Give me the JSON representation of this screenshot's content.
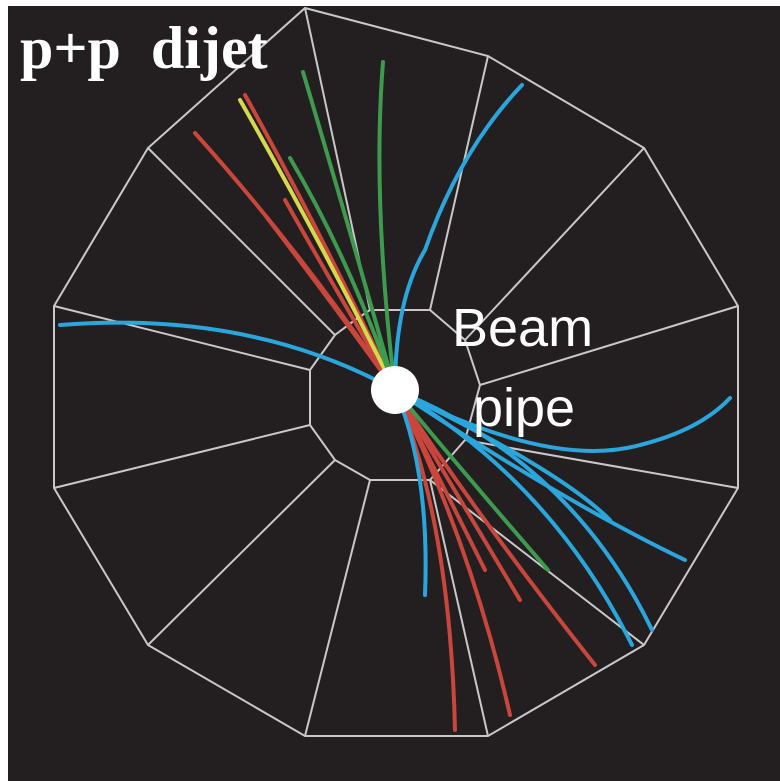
{
  "title": "p+p  dijet",
  "annotation": {
    "line1": "Beam",
    "line2": "pipe"
  },
  "colors": {
    "background": "#231f20",
    "detector_lines": "#c8c8c8",
    "beam_pipe": "#ffffff",
    "track_red": "#c9463d",
    "track_green": "#3e9a4f",
    "track_blue": "#2aa6dc",
    "track_yellow": "#d6d94a"
  },
  "tracks": [
    {
      "color": "track_red"
    },
    {
      "color": "track_red"
    },
    {
      "color": "track_red"
    },
    {
      "color": "track_red"
    },
    {
      "color": "track_yellow"
    },
    {
      "color": "track_green"
    },
    {
      "color": "track_green"
    },
    {
      "color": "track_green"
    },
    {
      "color": "track_blue"
    },
    {
      "color": "track_blue"
    },
    {
      "color": "track_red"
    },
    {
      "color": "track_red"
    },
    {
      "color": "track_red"
    },
    {
      "color": "track_red"
    },
    {
      "color": "track_red"
    },
    {
      "color": "track_green"
    },
    {
      "color": "track_blue"
    },
    {
      "color": "track_blue"
    },
    {
      "color": "track_blue"
    },
    {
      "color": "track_blue"
    },
    {
      "color": "track_blue"
    },
    {
      "color": "track_blue"
    }
  ]
}
